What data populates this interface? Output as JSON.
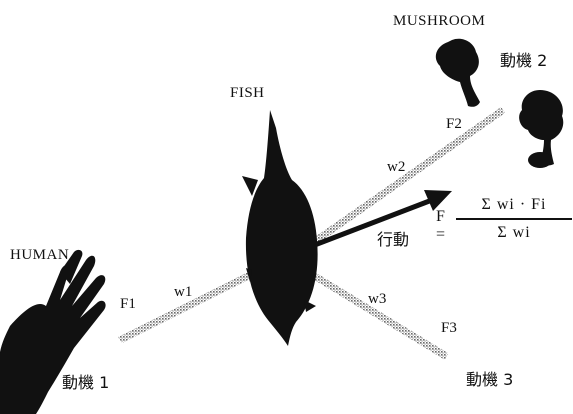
{
  "colors": {
    "ink": "#111111",
    "dotted": "#888888",
    "background": "#ffffff"
  },
  "labels": {
    "human": "HUMAN",
    "fish": "FISH",
    "mushroom": "MUSHROOM",
    "motive1": "動機 1",
    "motive2": "動機 2",
    "motive3": "動機 3",
    "action": "行動",
    "w1": "w1",
    "w2": "w2",
    "w3": "w3",
    "f1": "F1",
    "f2": "F2",
    "f3": "F3"
  },
  "formula": {
    "lhs": "F =",
    "numerator": "Σ wi · Fi",
    "denominator": "Σ wi"
  },
  "icons": [
    "hand-icon",
    "fish-icon",
    "mushroom-icon",
    "mushroom-icon"
  ]
}
